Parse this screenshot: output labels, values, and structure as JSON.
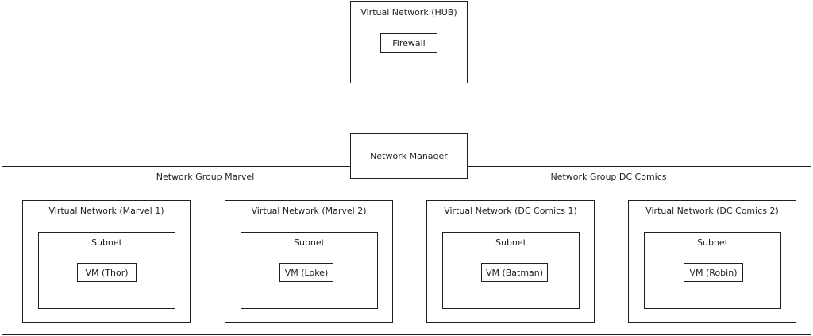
{
  "hub": {
    "title": "Virtual Network (HUB)",
    "firewall": "Firewall"
  },
  "manager": {
    "title": "Network Manager"
  },
  "groups": [
    {
      "title": "Network Group Marvel",
      "vnets": [
        {
          "title": "Virtual Network (Marvel 1)",
          "subnet": "Subnet",
          "vm": "VM (Thor)"
        },
        {
          "title": "Virtual Network (Marvel 2)",
          "subnet": "Subnet",
          "vm": "VM (Loke)"
        }
      ]
    },
    {
      "title": "Network Group DC Comics",
      "vnets": [
        {
          "title": "Virtual Network (DC Comics 1)",
          "subnet": "Subnet",
          "vm": "VM (Batman)"
        },
        {
          "title": "Virtual Network (DC Comics 2)",
          "subnet": "Subnet",
          "vm": "VM (Robin)"
        }
      ]
    }
  ]
}
